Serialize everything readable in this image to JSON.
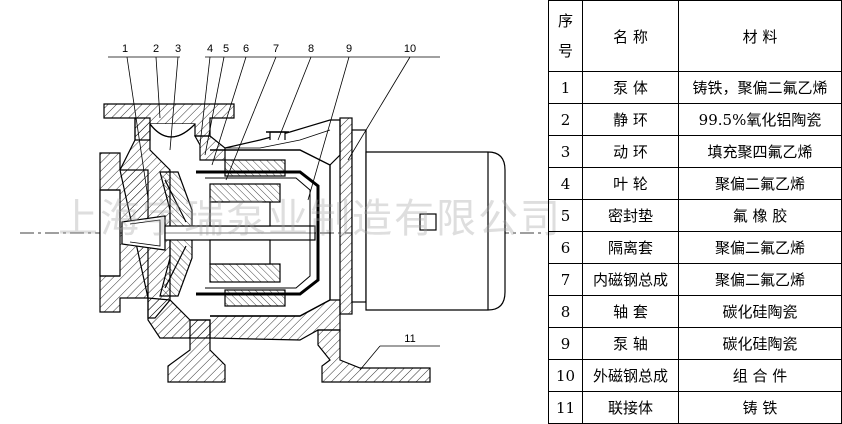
{
  "callouts": [
    "1",
    "2",
    "3",
    "4",
    "5",
    "6",
    "7",
    "8",
    "9",
    "10",
    "11"
  ],
  "table": {
    "header": {
      "no_top": "序",
      "no_bottom": "号",
      "name": "名 称",
      "material": "材 料"
    },
    "rows": [
      {
        "no": "1",
        "name": "泵 体",
        "material": "铸铁，聚偏二氟乙烯"
      },
      {
        "no": "2",
        "name": "静 环",
        "material": "99.5%氧化铝陶瓷"
      },
      {
        "no": "3",
        "name": "动 环",
        "material": "填充聚四氟乙烯"
      },
      {
        "no": "4",
        "name": "叶 轮",
        "material": "聚偏二氟乙烯"
      },
      {
        "no": "5",
        "name": "密封垫",
        "material": "氟 橡 胶"
      },
      {
        "no": "6",
        "name": "隔离套",
        "material": "聚偏二氟乙烯"
      },
      {
        "no": "7",
        "name": "内磁钢总成",
        "material": "聚偏二氟乙烯"
      },
      {
        "no": "8",
        "name": "轴 套",
        "material": "碳化硅陶瓷"
      },
      {
        "no": "9",
        "name": "泵 轴",
        "material": "碳化硅陶瓷"
      },
      {
        "no": "10",
        "name": "外磁钢总成",
        "material": "组 合 件"
      },
      {
        "no": "11",
        "name": "联接体",
        "material": "铸 铁"
      }
    ]
  },
  "watermark": "上海宇瑞泵业制造有限公司"
}
